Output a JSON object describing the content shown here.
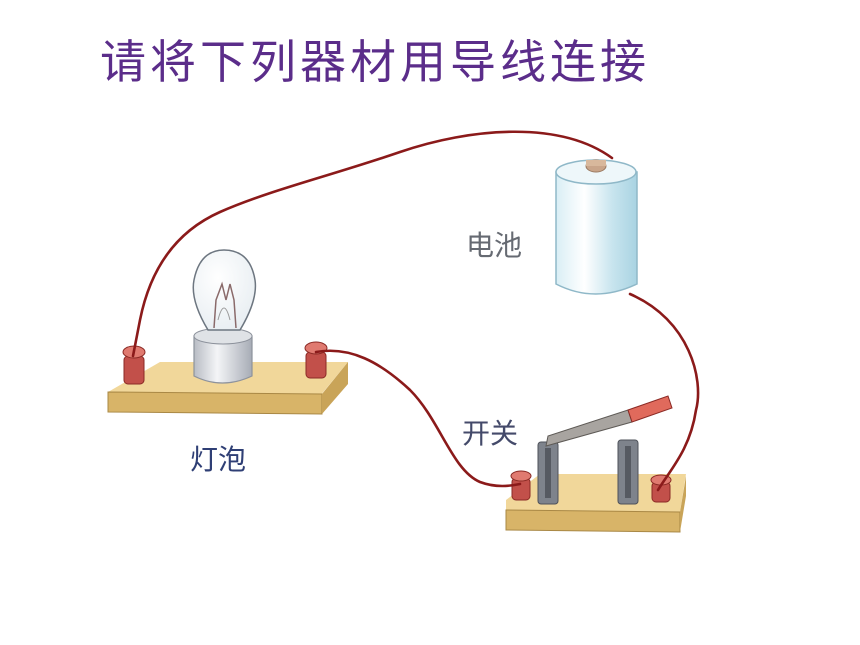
{
  "title": "请将下列器材用导线连接",
  "components": {
    "battery": {
      "label": "电池"
    },
    "bulb": {
      "label": "灯泡"
    },
    "switch": {
      "label": "开关"
    }
  },
  "colors": {
    "title": "#5b2d8a",
    "wire": "#8b1a1a",
    "board": "#e6c77e",
    "terminal": "#c2504a"
  }
}
